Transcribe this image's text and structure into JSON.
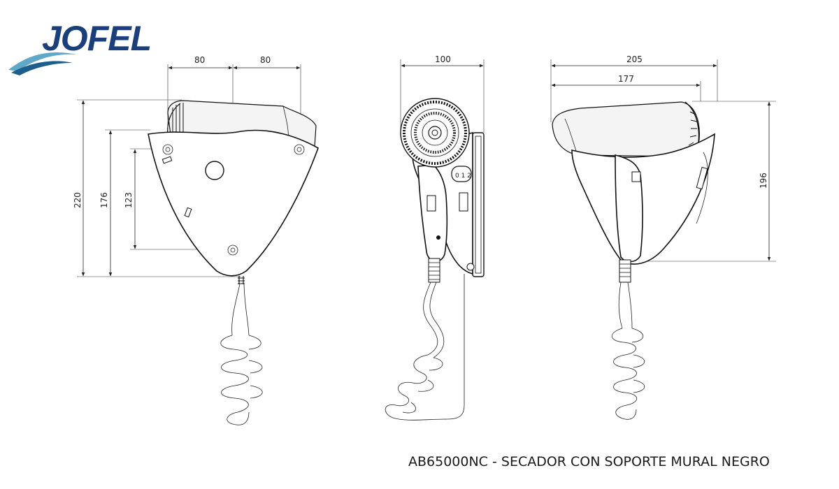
{
  "brand": {
    "logo_text": "JOFEL",
    "colors": {
      "logo_blue": "#1b3f7a",
      "wave_light": "#5fa8c8",
      "wave_dark": "#1d5f8c"
    }
  },
  "caption": "AB65000NC - SECADOR CON SOPORTE MURAL NEGRO",
  "dimensions": {
    "front_width_left": "80",
    "front_width_right": "80",
    "front_height_total": "220",
    "front_height_mid": "176",
    "front_height_holes": "123",
    "side_depth": "100",
    "back_width_total": "205",
    "back_width_inner": "177",
    "back_height": "196"
  },
  "side_label": "0 1 2"
}
